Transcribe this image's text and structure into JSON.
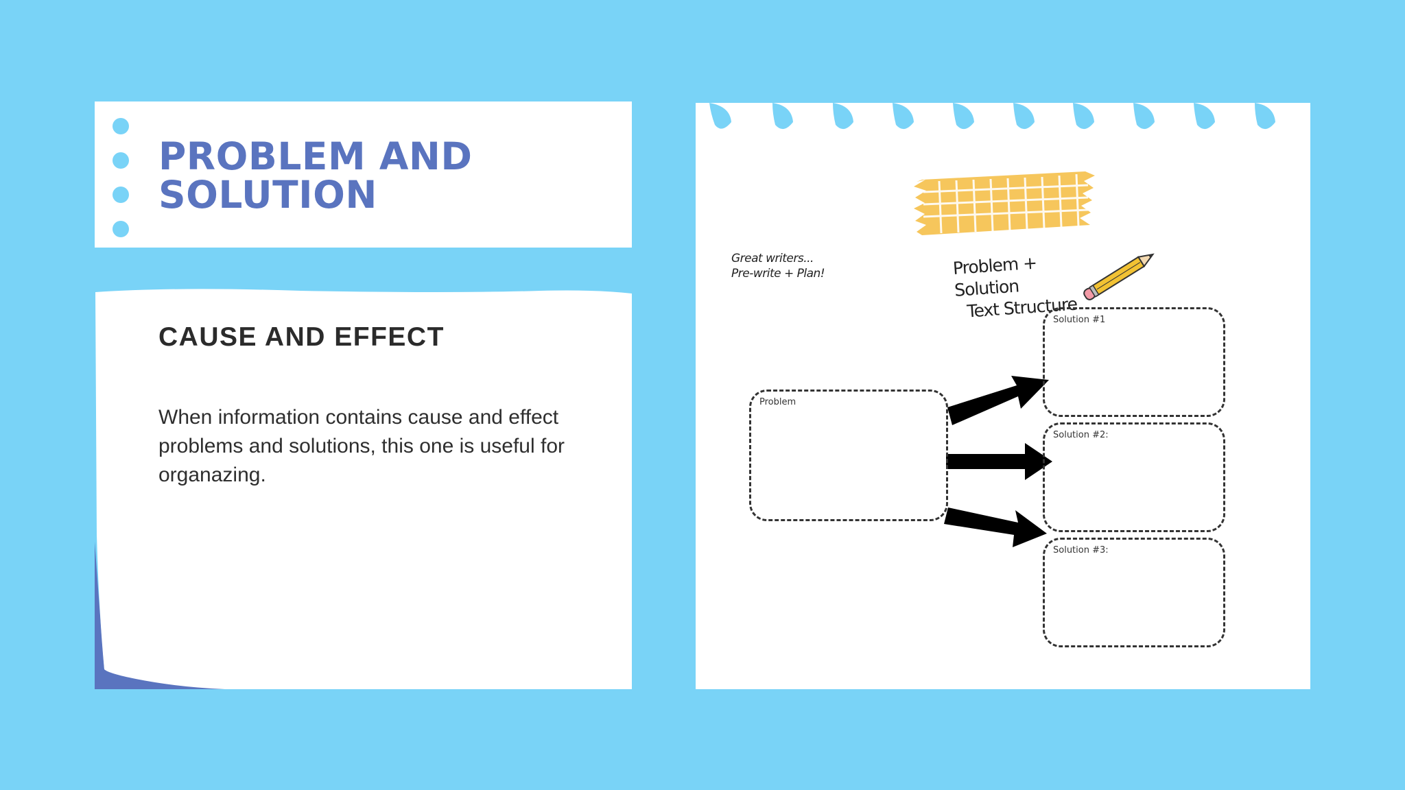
{
  "title_card": {
    "title_line1": "PROBLEM AND",
    "title_line2": "SOLUTION"
  },
  "content_card": {
    "heading": "CAUSE AND EFFECT",
    "body": "When information contains cause and effect problems and solutions, this one is useful for organazing."
  },
  "worksheet": {
    "note_line1": "Great writers...",
    "note_line2": "Pre-write + Plan!",
    "title_line1": "Problem + Solution",
    "title_line2": "Text Structure",
    "problem_label": "Problem",
    "solution1_label": "Solution #1",
    "solution2_label": "Solution #2:",
    "solution3_label": "Solution #3:",
    "tape_icon": "washi-tape-icon",
    "pencil_icon": "pencil-icon",
    "arrow_icon": "arrow-right-icon"
  },
  "colors": {
    "background": "#79d3f7",
    "title": "#5a74bf",
    "accent_corner": "#5a74bf",
    "tape": "#f6c65c"
  }
}
